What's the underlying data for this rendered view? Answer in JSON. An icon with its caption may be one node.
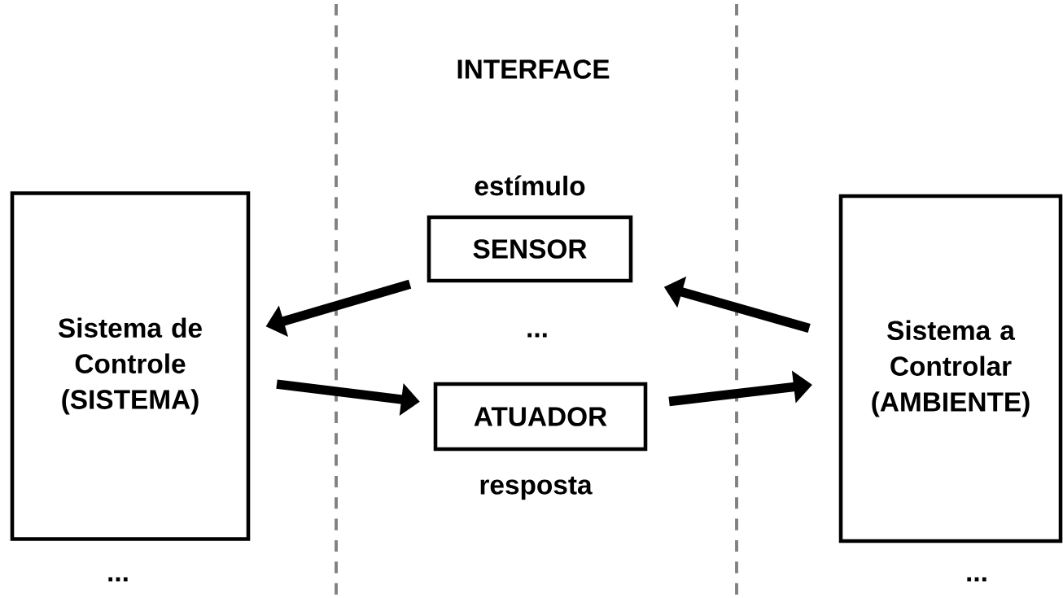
{
  "diagram": {
    "nodes": [
      {
        "text": [
          "Sistema de Controle (SISTEMA)"
        ],
        "beside": [
          "..."
        ]
      },
      {
        "text": [
          "SENSOR"
        ],
        "beside": [
          "estímulo"
        ]
      },
      {
        "text": [
          "ATUADOR"
        ],
        "beside": [
          "resposta"
        ]
      },
      {
        "text": [
          "Sistema a Controlar (AMBIENTE)"
        ],
        "beside": [
          "..."
        ]
      }
    ],
    "edges": [
      {
        "from": 3,
        "to": 1,
        "arrow": "to"
      },
      {
        "from": 1,
        "to": 0,
        "arrow": "to"
      },
      {
        "from": 0,
        "to": 2,
        "arrow": "to"
      },
      {
        "from": 2,
        "to": 3,
        "arrow": "to"
      }
    ],
    "labels": [
      "INTERFACE",
      "..."
    ]
  }
}
